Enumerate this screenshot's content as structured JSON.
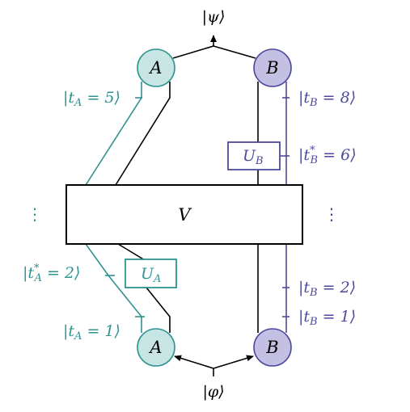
{
  "colors": {
    "teal": "#2e9390",
    "tealFill": "#c6e5e3",
    "purple": "#4d4a9c",
    "purpleFill": "#c3c0e3",
    "ink": "#000000"
  },
  "nodes": {
    "a_top": "A",
    "b_top": "B",
    "a_bottom": "A",
    "b_bottom": "B"
  },
  "boxes": {
    "v": "V",
    "ua": "U_A",
    "ub": "U_B"
  },
  "states": {
    "psi": "|ψ⟩",
    "phi": "|φ⟩"
  },
  "labels": {
    "ta5": "|t_A = 5⟩",
    "tb8": "|t_B = 8⟩",
    "tb_star6": "|t*_B = 6⟩",
    "ta_star2": "|t*_A = 2⟩",
    "tb2": "|t_B = 2⟩",
    "tb1": "|t_B = 1⟩",
    "ta1": "|t_A = 1⟩"
  },
  "dots": {
    "left": "⋮",
    "right": "⋮"
  }
}
